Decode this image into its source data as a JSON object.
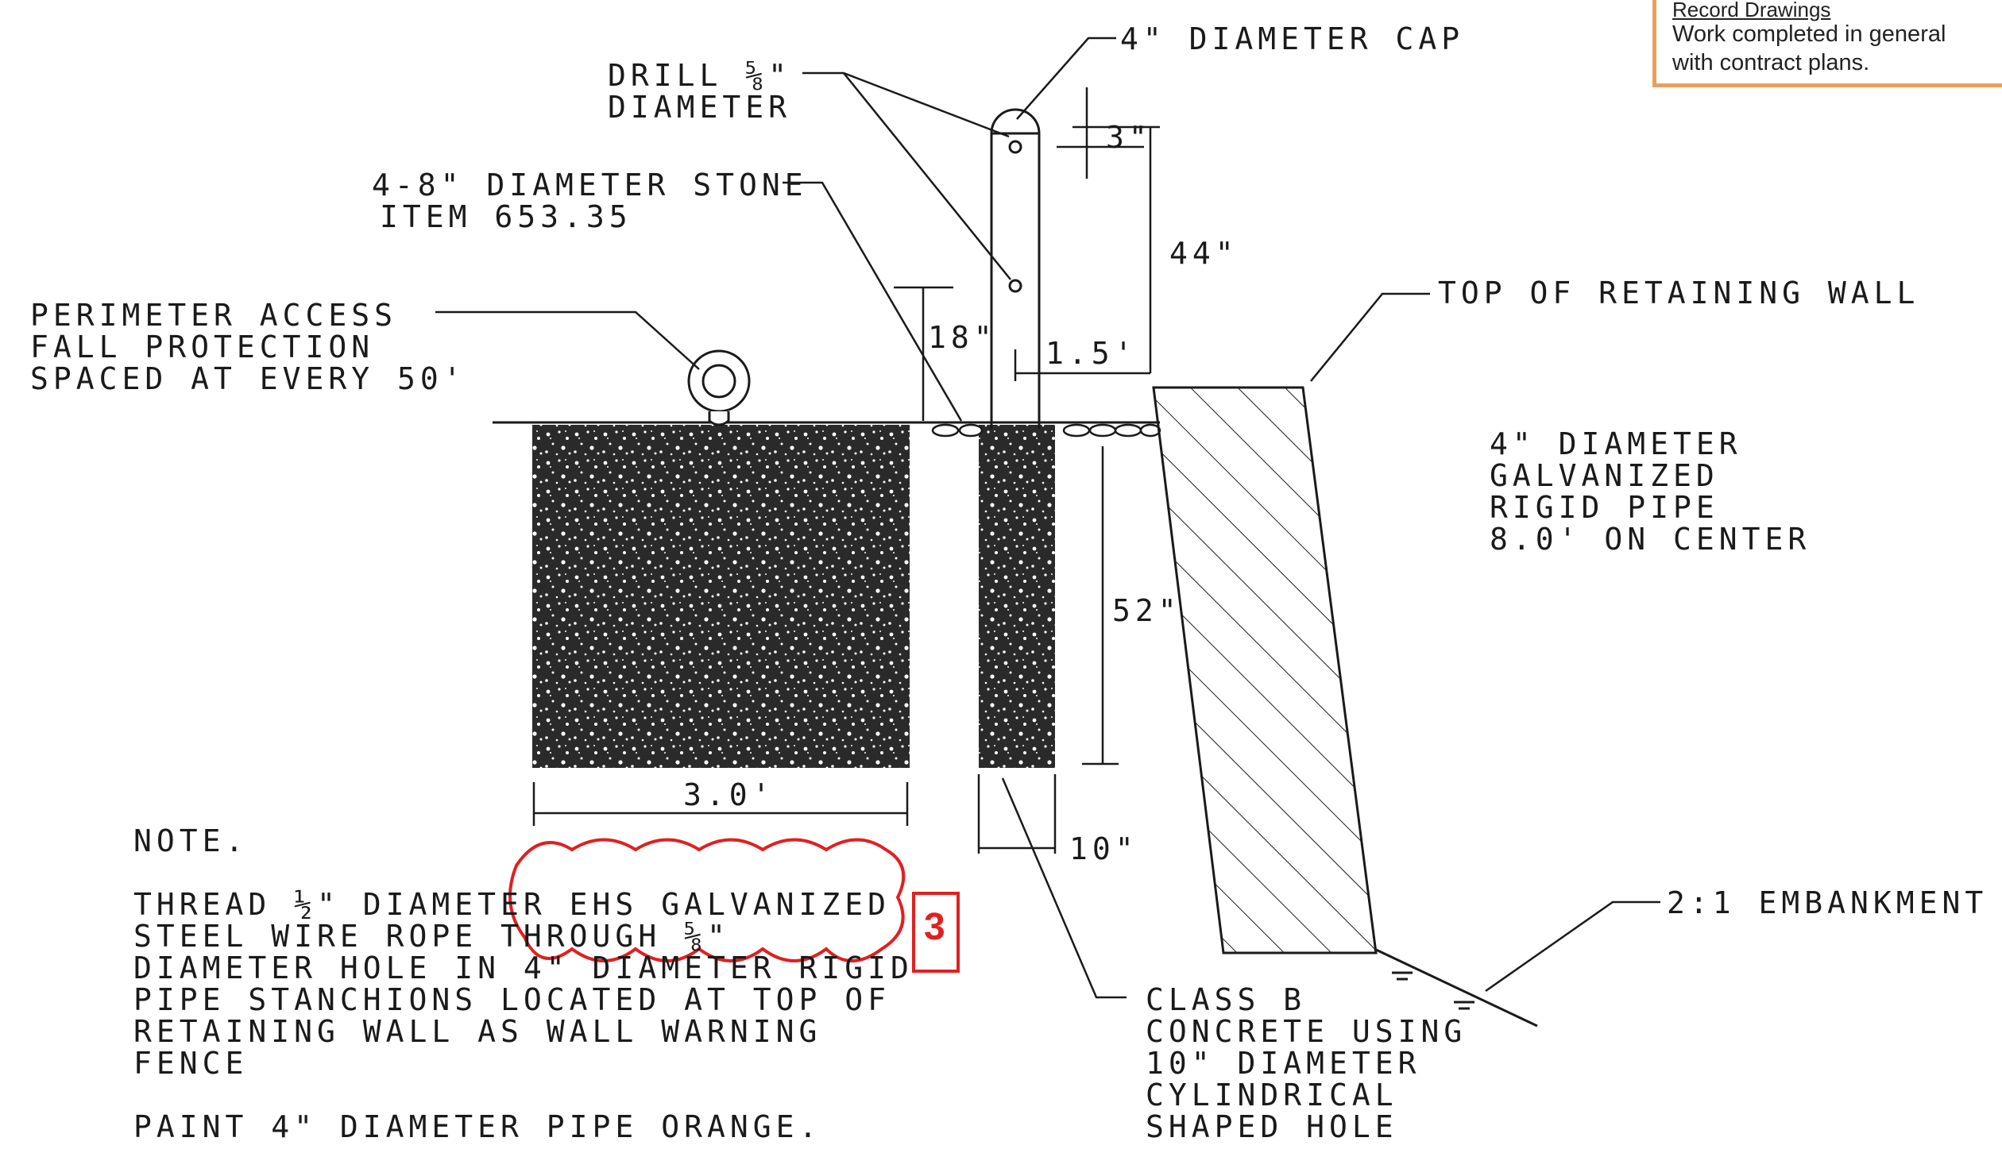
{
  "stamp": {
    "title": "Record Drawings",
    "line1": "Work completed in general",
    "line2": "with contract plans."
  },
  "labels": {
    "cap": "4\" DIAMETER CAP",
    "drill_1": "DRILL ⅝\"",
    "drill_2": "DIAMETER",
    "stone_1": "4-8\" DIAMETER STONE",
    "stone_2": "ITEM 653.35",
    "perim_1": "PERIMETER ACCESS",
    "perim_2": "FALL PROTECTION",
    "perim_3": "SPACED AT EVERY 50'",
    "top_wall": "TOP OF RETAINING WALL",
    "pipe_1": "4\" DIAMETER",
    "pipe_2": "GALVANIZED",
    "pipe_3": "RIGID PIPE",
    "pipe_4": "8.0' ON CENTER",
    "embank": "2:1 EMBANKMENT",
    "concrete_1": "CLASS B",
    "concrete_2": "CONCRETE USING",
    "concrete_3": "10\" DIAMETER",
    "concrete_4": "CYLINDRICAL",
    "concrete_5": "SHAPED HOLE",
    "note_head": "NOTE.",
    "note_1": "THREAD ½\" DIAMETER EHS GALVANIZED",
    "note_2": "STEEL WIRE ROPE THROUGH ⅝\"",
    "note_3": "DIAMETER HOLE IN 4\" DIAMETER RIGID",
    "note_4": "PIPE STANCHIONS LOCATED AT TOP OF",
    "note_5": "RETAINING WALL AS WALL WARNING",
    "note_6": "FENCE",
    "note_paint": "PAINT 4\" DIAMETER PIPE ORANGE.",
    "revision": "3"
  },
  "dimensions": {
    "d3in": "3\"",
    "d44in": "44\"",
    "d18in": "18\"",
    "d1_5ft": "1.5'",
    "d52in": "52\"",
    "d3_0ft": "3.0'",
    "d10in": "10\""
  },
  "colors": {
    "ink": "#1a1a1a",
    "revision_red": "#e02020",
    "stamp_border": "#e8a060"
  }
}
